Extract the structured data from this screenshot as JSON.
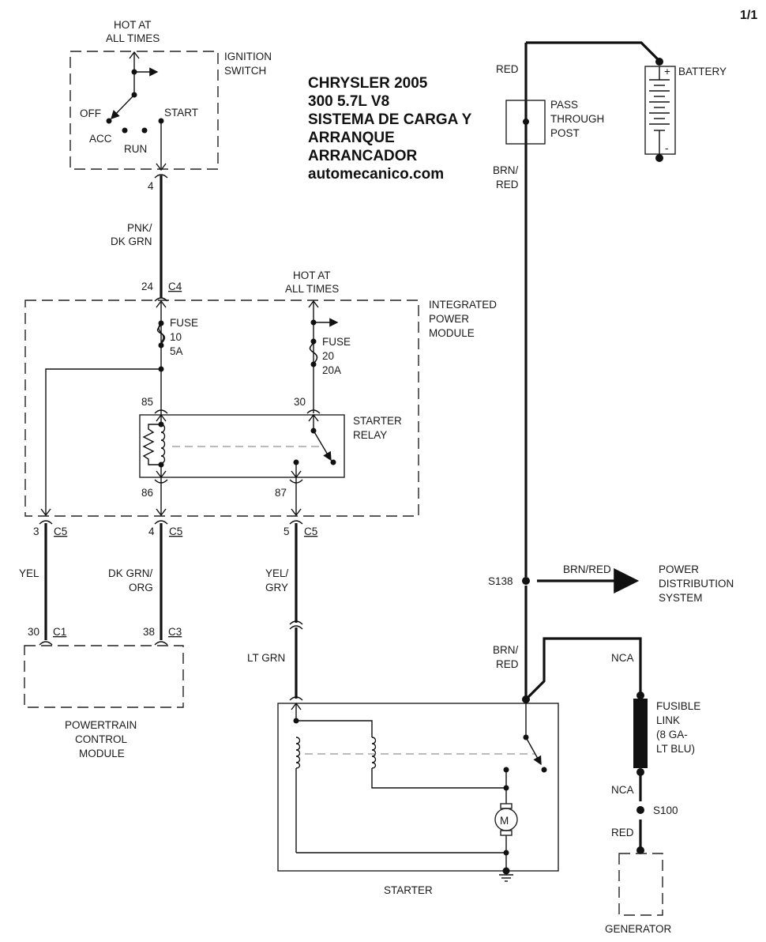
{
  "page_indicator": "1/1",
  "title": {
    "lines": [
      "CHRYSLER 2005",
      "300 5.7L V8",
      "SISTEMA DE CARGA Y",
      "ARRANQUE",
      "ARRANCADOR",
      "automecanico.com"
    ]
  },
  "ignition_switch": {
    "hot_label_1": "HOT AT",
    "hot_label_2": "ALL TIMES",
    "name_1": "IGNITION",
    "name_2": "SWITCH",
    "positions": {
      "off": "OFF",
      "acc": "ACC",
      "run": "RUN",
      "start": "START"
    },
    "pin": "4"
  },
  "wires": {
    "ign_to_ipm": {
      "color_1": "PNK/",
      "color_2": "DK GRN"
    },
    "ipm_to_pcm_c1": {
      "color": "YEL"
    },
    "ipm_to_pcm_c3": {
      "color_1": "DK GRN/",
      "color_2": "ORG"
    },
    "ipm_to_starter_1": {
      "color_1": "YEL/",
      "color_2": "GRY"
    },
    "ipm_to_starter_2": {
      "color": "LT GRN"
    },
    "battery_top": {
      "color": "RED"
    },
    "post_to_s138": {
      "color_1": "BRN/",
      "color_2": "RED"
    },
    "s138_to_pds": {
      "color": "BRN/RED"
    },
    "s138_to_starter": {
      "color_1": "BRN/",
      "color_2": "RED"
    },
    "starter_to_link": {
      "color": "NCA"
    },
    "link_to_s100": {
      "color": "NCA"
    },
    "s100_to_gen": {
      "color": "RED"
    }
  },
  "ipm": {
    "name_1": "INTEGRATED",
    "name_2": "POWER",
    "name_3": "MODULE",
    "input_pin": "24",
    "input_conn": "C4",
    "hot_label_1": "HOT AT",
    "hot_label_2": "ALL TIMES",
    "fuse10": {
      "label": "FUSE",
      "number": "10",
      "rating": "5A"
    },
    "fuse20": {
      "label": "FUSE",
      "number": "20",
      "rating": "20A"
    },
    "relay": {
      "name_1": "STARTER",
      "name_2": "RELAY",
      "pin85": "85",
      "pin86": "86",
      "pin30": "30",
      "pin87": "87"
    },
    "out_pins": [
      {
        "pin": "3",
        "conn": "C5"
      },
      {
        "pin": "4",
        "conn": "C5"
      },
      {
        "pin": "5",
        "conn": "C5"
      }
    ]
  },
  "pcm": {
    "name_1": "POWERTRAIN",
    "name_2": "CONTROL",
    "name_3": "MODULE",
    "pins": [
      {
        "pin": "30",
        "conn": "C1"
      },
      {
        "pin": "38",
        "conn": "C3"
      }
    ]
  },
  "starter": {
    "name": "STARTER",
    "motor_symbol": "M"
  },
  "battery": {
    "name": "BATTERY",
    "plus": "+",
    "minus": "-"
  },
  "pass_through_post": {
    "name_1": "PASS",
    "name_2": "THROUGH",
    "name_3": "POST"
  },
  "splices": {
    "s138": "S138",
    "s100": "S100"
  },
  "power_distribution": {
    "name_1": "POWER",
    "name_2": "DISTRIBUTION",
    "name_3": "SYSTEM"
  },
  "fusible_link": {
    "name_1": "FUSIBLE",
    "name_2": "LINK",
    "name_3": "(8 GA-",
    "name_4": "LT BLU)"
  },
  "generator": {
    "name": "GENERATOR"
  }
}
